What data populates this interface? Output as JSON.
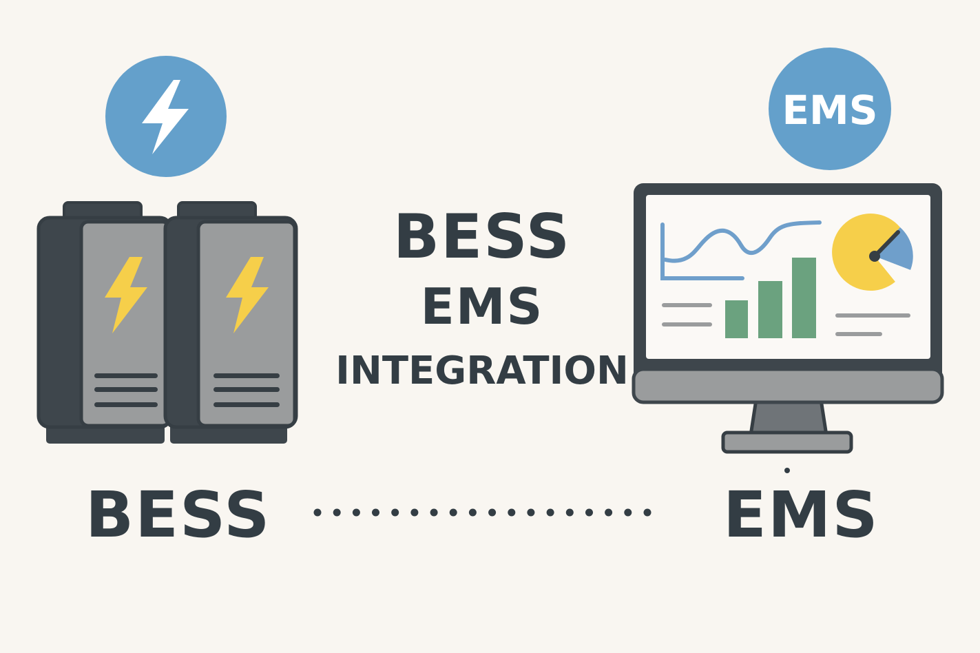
{
  "title": {
    "line1": "BESS",
    "line2": "EMS",
    "line3": "INTEGRATION"
  },
  "left": {
    "label": "BESS",
    "badge_icon": "lightning-bolt-icon",
    "device_icon": "battery-cabinet-icon"
  },
  "right": {
    "label": "EMS",
    "badge_text": "EMS",
    "device_icon": "monitor-dashboard-icon"
  },
  "connector": {
    "style": "dotted"
  },
  "colors": {
    "background": "#f9f6f1",
    "text": "#333d44",
    "badge_blue": "#64a0cb",
    "bolt_yellow": "#f6cf4a",
    "bar_green": "#6ba27f",
    "cabinet_gray": "#9a9c9d",
    "outline_dark": "#363e44"
  }
}
